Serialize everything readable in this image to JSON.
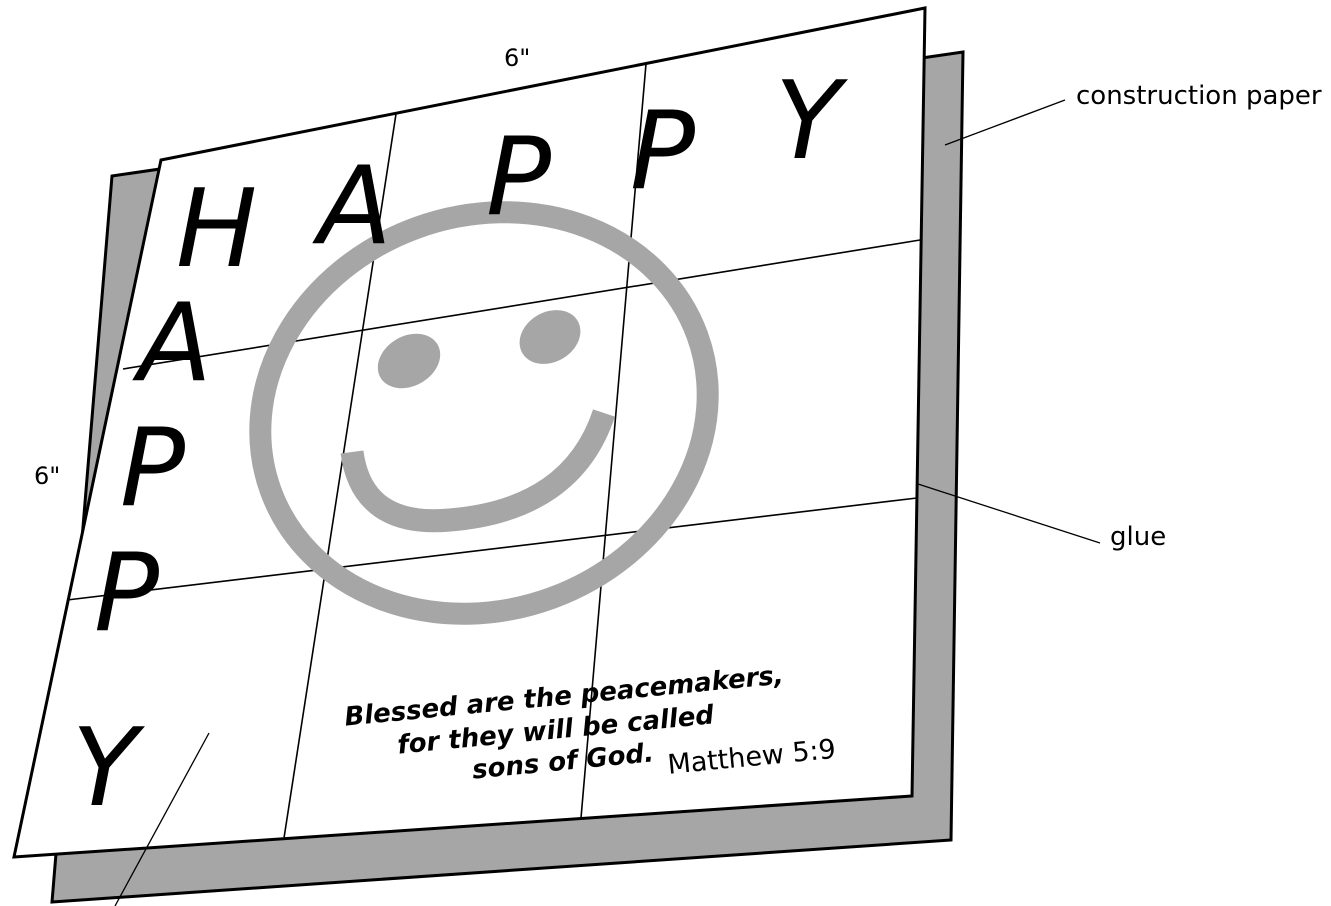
{
  "labels": {
    "width_dim": "6\"",
    "height_dim": "6\"",
    "construction_paper": "construction paper",
    "glue": "glue"
  },
  "card": {
    "top_letters": [
      "H",
      "A",
      "P",
      "P",
      "Y"
    ],
    "side_letters": [
      "A",
      "P",
      "P",
      "Y"
    ],
    "verse_lines": [
      "Blessed are the peacemakers,",
      "for they will be called",
      "sons of God."
    ],
    "reference": "Matthew 5:9"
  },
  "colors": {
    "paper_shadow": "#a6a6a6",
    "smiley": "#a6a6a6",
    "outline": "#000000",
    "card_fill": "#ffffff"
  }
}
